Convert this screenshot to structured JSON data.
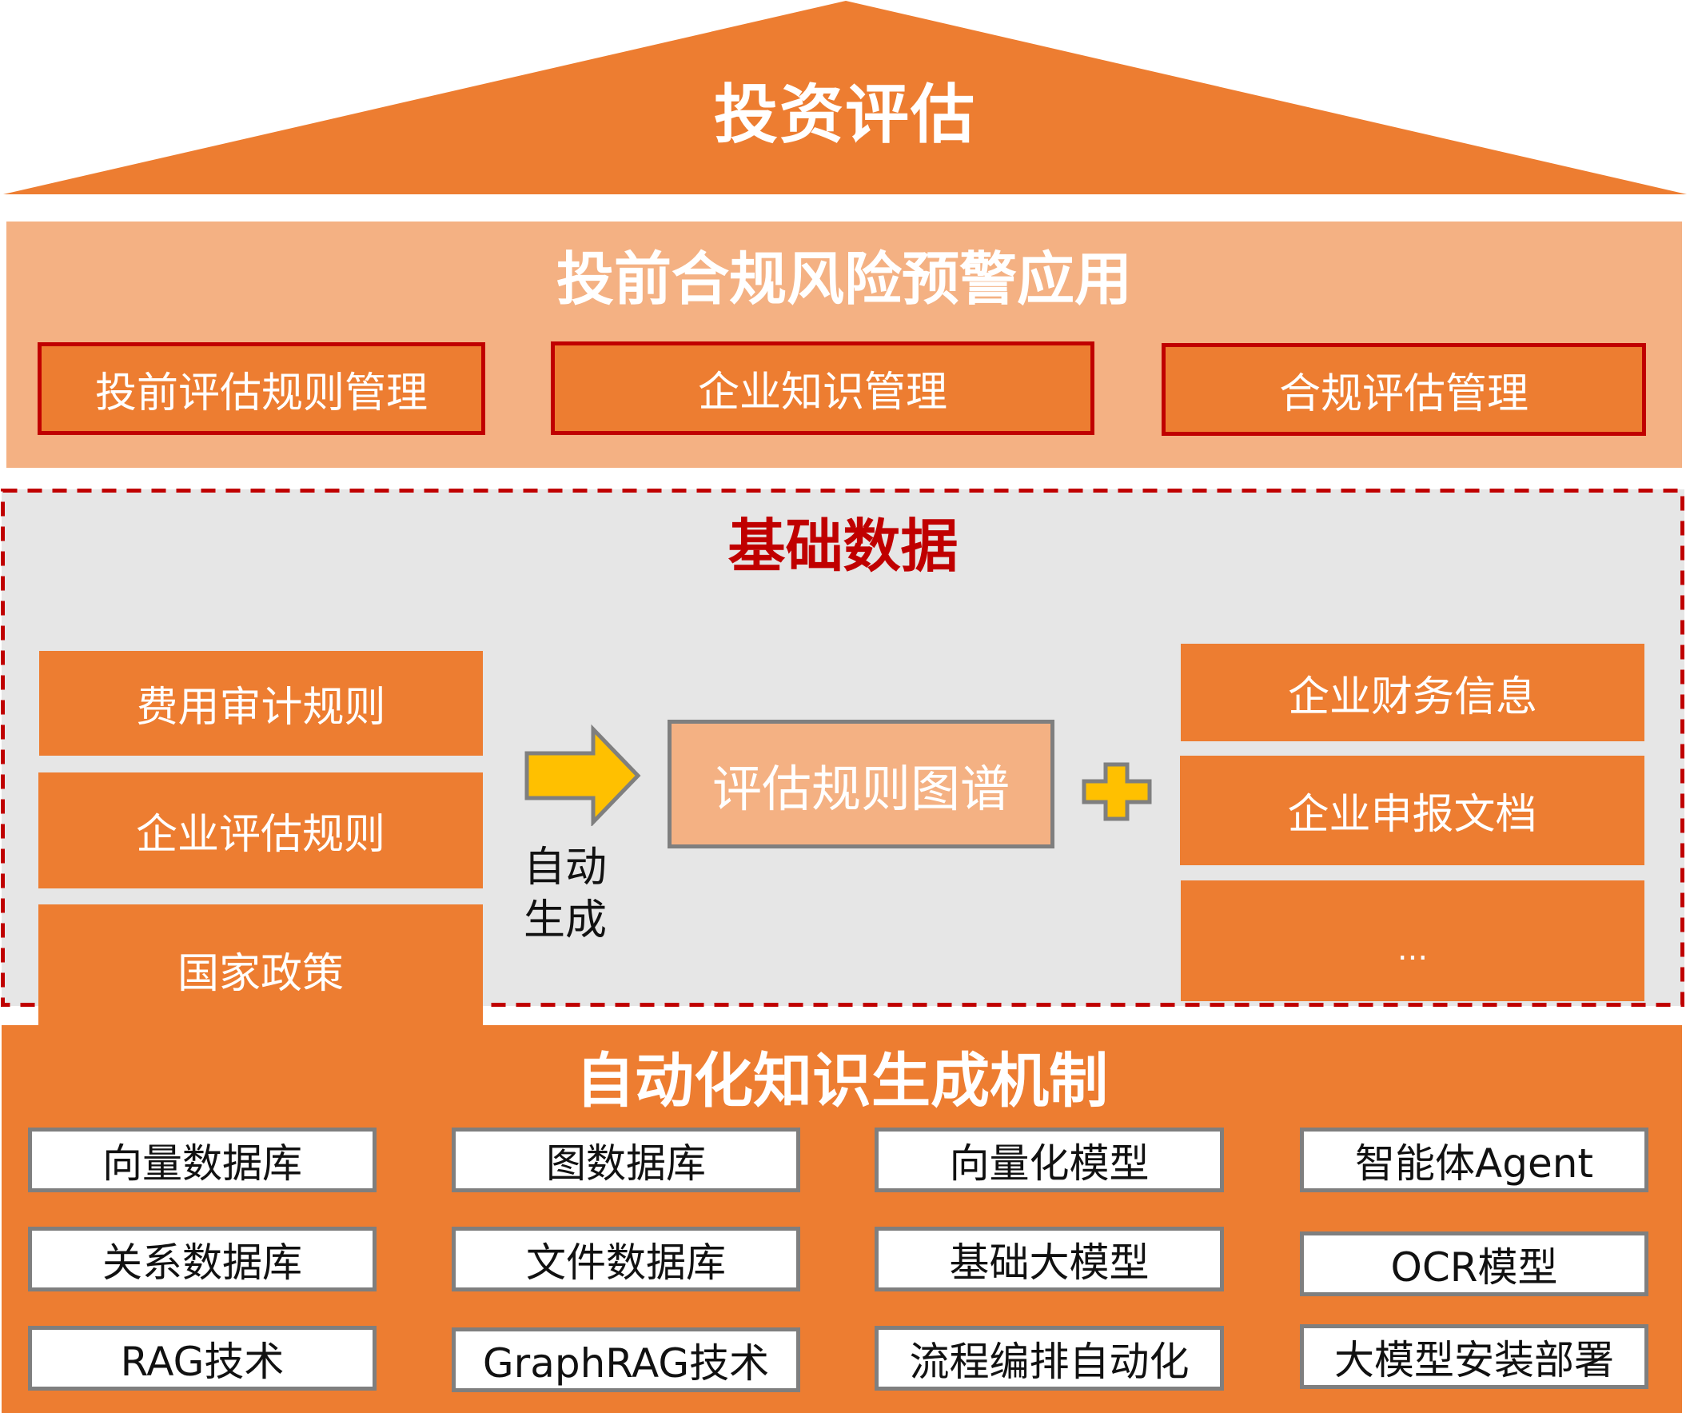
{
  "roof": {
    "title": "投资评估",
    "color": "#ED7D31"
  },
  "application_layer": {
    "title": "投前合规风险预警应用",
    "background": "#F4B183",
    "modules": [
      {
        "label": "投前评估规则管理"
      },
      {
        "label": "企业知识管理"
      },
      {
        "label": "合规评估管理"
      }
    ],
    "module_border_color": "#C00000"
  },
  "base_data_layer": {
    "title": "基础数据",
    "title_color": "#C00000",
    "background": "#E6E6E6",
    "rule_sources": [
      {
        "label": "费用审计规则"
      },
      {
        "label": "企业评估规则"
      },
      {
        "label": "国家政策"
      }
    ],
    "arrow_icon": "right-arrow-icon",
    "arrow_label_line1": "自动",
    "arrow_label_line2": "生成",
    "graph": {
      "label": "评估规则图谱"
    },
    "plus_icon": "plus-icon",
    "enterprise_data": [
      {
        "label": "企业财务信息"
      },
      {
        "label": "企业申报文档"
      },
      {
        "label": "..."
      }
    ],
    "accent_color": "#FFC000"
  },
  "mechanism_layer": {
    "title": "自动化知识生成机制",
    "background": "#ED7D31",
    "components": [
      {
        "label": "向量数据库"
      },
      {
        "label": "图数据库"
      },
      {
        "label": "向量化模型"
      },
      {
        "label": "智能体Agent"
      },
      {
        "label": "关系数据库"
      },
      {
        "label": "文件数据库"
      },
      {
        "label": "基础大模型"
      },
      {
        "label": "OCR模型"
      },
      {
        "label": "RAG技术"
      },
      {
        "label": "GraphRAG技术"
      },
      {
        "label": "流程编排自动化"
      },
      {
        "label": "大模型安装部署"
      }
    ]
  }
}
